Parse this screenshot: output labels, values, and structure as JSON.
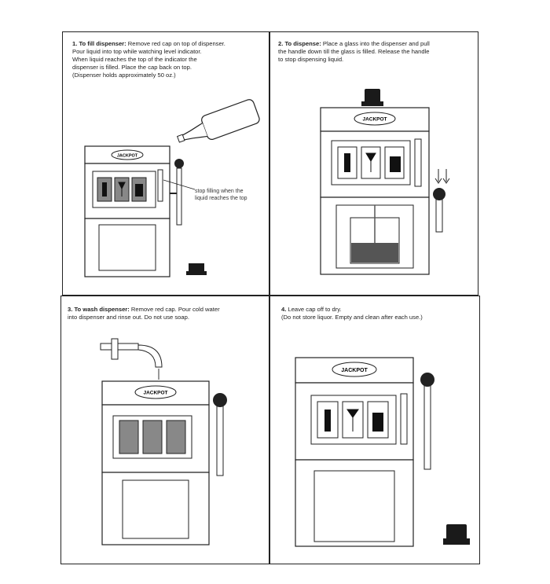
{
  "steps": [
    {
      "number": "1.",
      "heading": "To fill dispenser:",
      "text": "Remove red cap on top of dispenser.\nPour liquid into top while watching level indicator.\nWhen liquid reaches the top of the indicator the\ndispenser is filled. Place the cap back on top.\n(Dispenser holds approximately 50 oz.)",
      "note": "stop filling when the\nliquid reaches the top"
    },
    {
      "number": "2.",
      "heading": "To dispense:",
      "text": "Place a glass into the dispenser and pull\nthe handle down till the glass is filled. Release the handle\nto stop dispensing liquid."
    },
    {
      "number": "3.",
      "heading": "To wash dispenser:",
      "text": "Remove red cap. Pour cold water\ninto dispenser and rinse out. Do not use soap."
    },
    {
      "number": "4.",
      "heading": "",
      "text": "Leave cap off to dry.\n(Do not store liquor. Empty and clean after each use.)"
    }
  ],
  "machine_label": "JACKPOT",
  "colors": {
    "line": "#222222",
    "liquid": "#555555",
    "cap": "#1a1a1a"
  }
}
